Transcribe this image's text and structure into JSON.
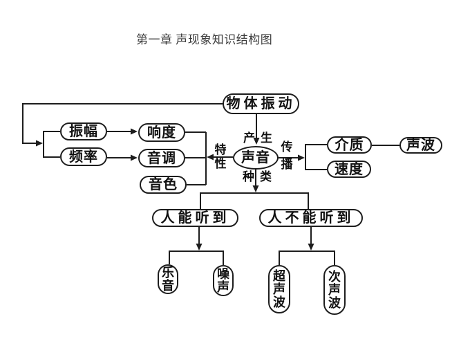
{
  "title": "第一章 声现象知识结构图",
  "colors": {
    "stroke": "#1d1d1d",
    "ink": "#111111",
    "background": "#ffffff"
  },
  "nodes": {
    "vibration": {
      "label": "物体振动"
    },
    "amplitude": {
      "label": "振幅"
    },
    "frequency": {
      "label": "频率"
    },
    "loudness": {
      "label": "响度"
    },
    "pitch": {
      "label": "音调"
    },
    "timbre": {
      "label": "音色"
    },
    "sound": {
      "label": "声音"
    },
    "medium": {
      "label": "介质"
    },
    "speed": {
      "label": "速度"
    },
    "sound_wave": {
      "label": "声波"
    },
    "audible": {
      "label": "人能听到"
    },
    "inaudible": {
      "label": "人不能听到"
    },
    "musical_sound": {
      "label": "乐音"
    },
    "noise": {
      "label": "噪声"
    },
    "ultrasound": {
      "label": "超声波"
    },
    "infrasound": {
      "label": "次声波"
    }
  },
  "edge_labels": {
    "produce": "产生",
    "characteristics": "特性",
    "propagation": "传播",
    "types": "种类"
  }
}
